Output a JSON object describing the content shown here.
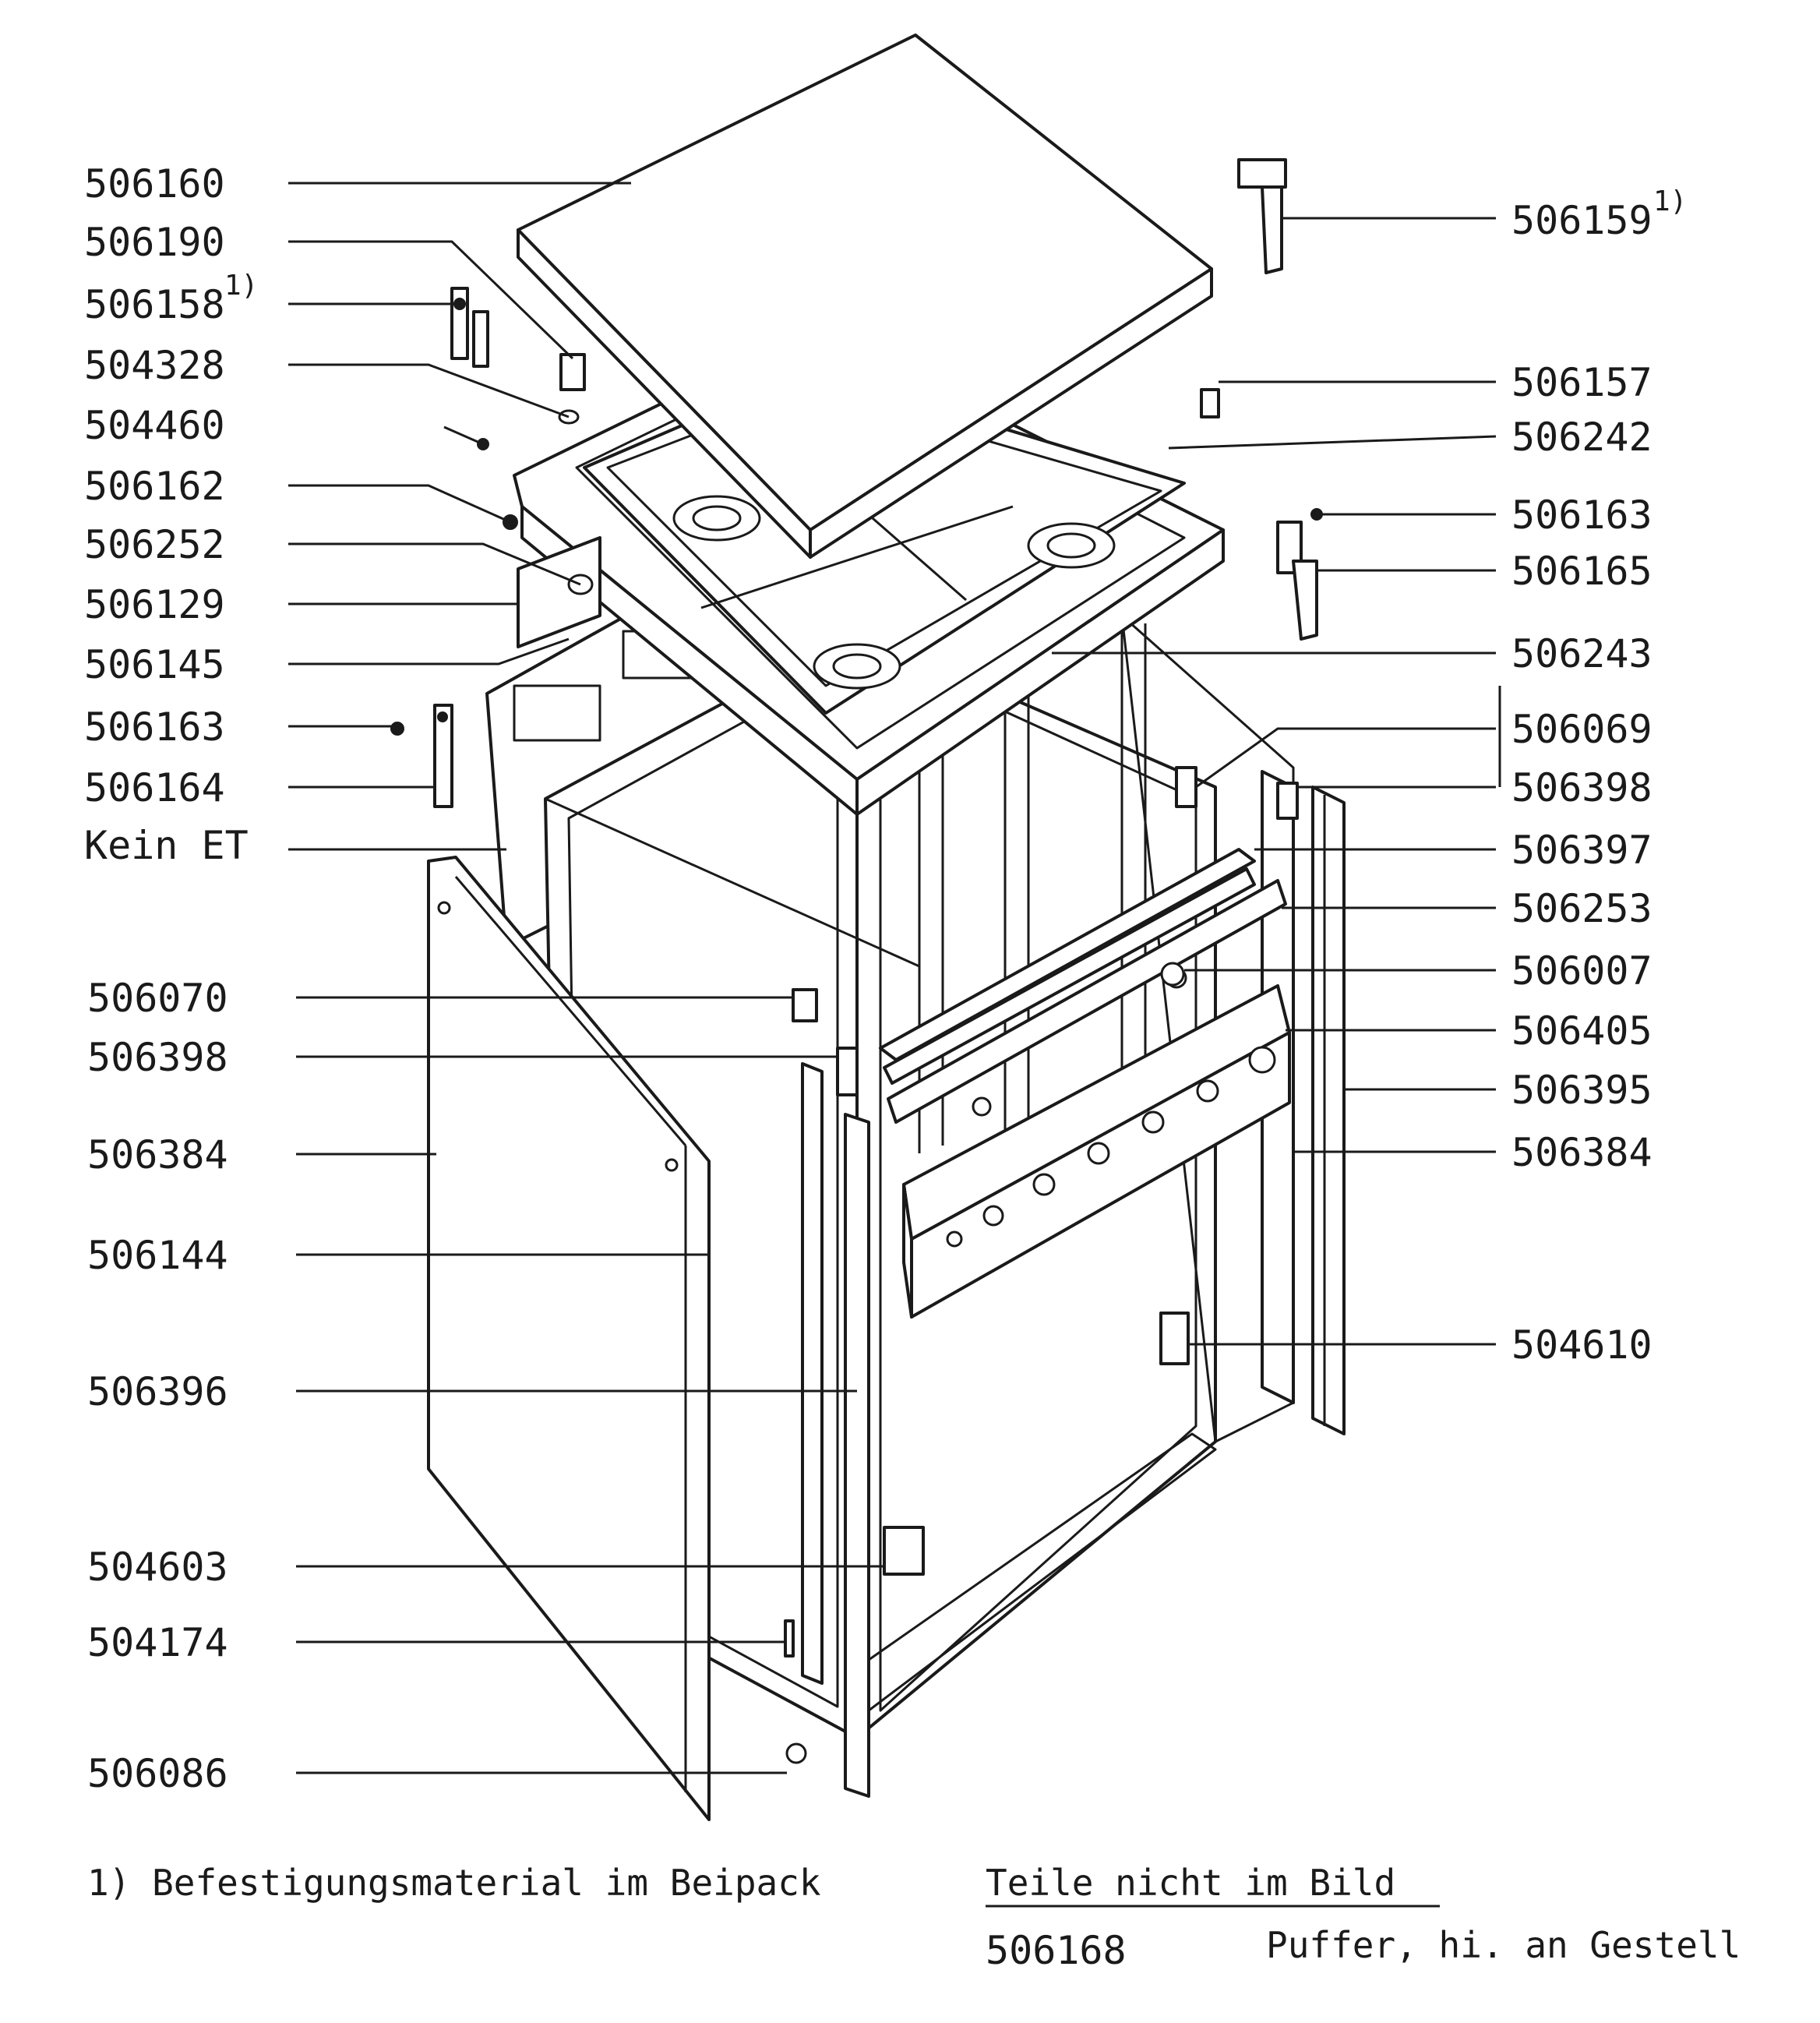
{
  "callouts_left": [
    {
      "id": "506160"
    },
    {
      "id": "506190"
    },
    {
      "id": "506158",
      "note": "1)"
    },
    {
      "id": "504328"
    },
    {
      "id": "504460"
    },
    {
      "id": "506162"
    },
    {
      "id": "506252"
    },
    {
      "id": "506129"
    },
    {
      "id": "506145"
    },
    {
      "id": "506163"
    },
    {
      "id": "506164"
    },
    {
      "id": "Kein ET"
    },
    {
      "id": "506070"
    },
    {
      "id": "506398"
    },
    {
      "id": "506384"
    },
    {
      "id": "506144"
    },
    {
      "id": "506396"
    },
    {
      "id": "504603"
    },
    {
      "id": "504174"
    },
    {
      "id": "506086"
    }
  ],
  "callouts_right": [
    {
      "id": "506159",
      "note": "1)"
    },
    {
      "id": "506157"
    },
    {
      "id": "506242"
    },
    {
      "id": "506163"
    },
    {
      "id": "506165"
    },
    {
      "id": "506243"
    },
    {
      "id": "506069"
    },
    {
      "id": "506398"
    },
    {
      "id": "506397"
    },
    {
      "id": "506253"
    },
    {
      "id": "506007"
    },
    {
      "id": "506405"
    },
    {
      "id": "506395"
    },
    {
      "id": "506384"
    },
    {
      "id": "504610"
    }
  ],
  "footnote": "1) Befestigungsmaterial im Beipack",
  "not_shown": {
    "heading": "Teile nicht im Bild",
    "items": [
      {
        "id": "506168",
        "desc": "Puffer, hi. an Gestell"
      }
    ]
  }
}
